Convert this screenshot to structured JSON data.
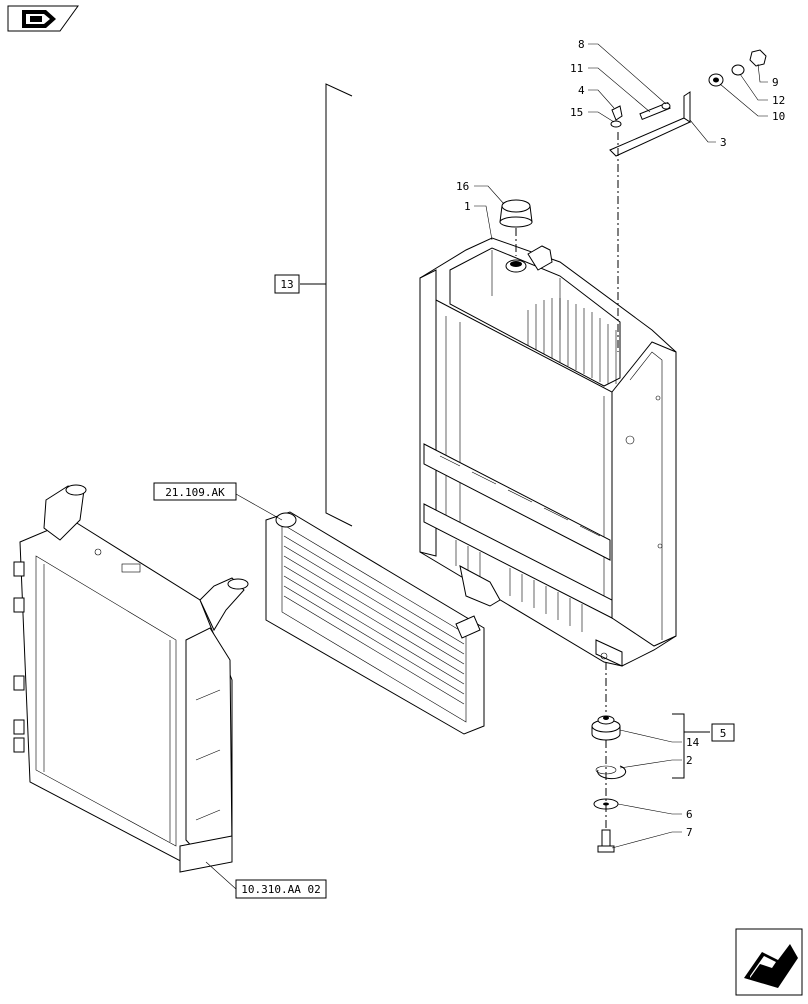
{
  "nav": {
    "top_left_icon": "book-arrow-icon",
    "bottom_right_icon": "next-page-arrow-icon"
  },
  "callouts": {
    "c1": "1",
    "c2": "2",
    "c3": "3",
    "c4": "4",
    "c6": "6",
    "c7": "7",
    "c8": "8",
    "c9": "9",
    "c10": "10",
    "c11": "11",
    "c12": "12",
    "c14": "14",
    "c15": "15",
    "c16": "16"
  },
  "boxed_refs": {
    "kit_13": "13",
    "kit_5": "5",
    "ref_intercooler": "21.109.AK",
    "ref_cooling": "10.310.AA 02"
  }
}
